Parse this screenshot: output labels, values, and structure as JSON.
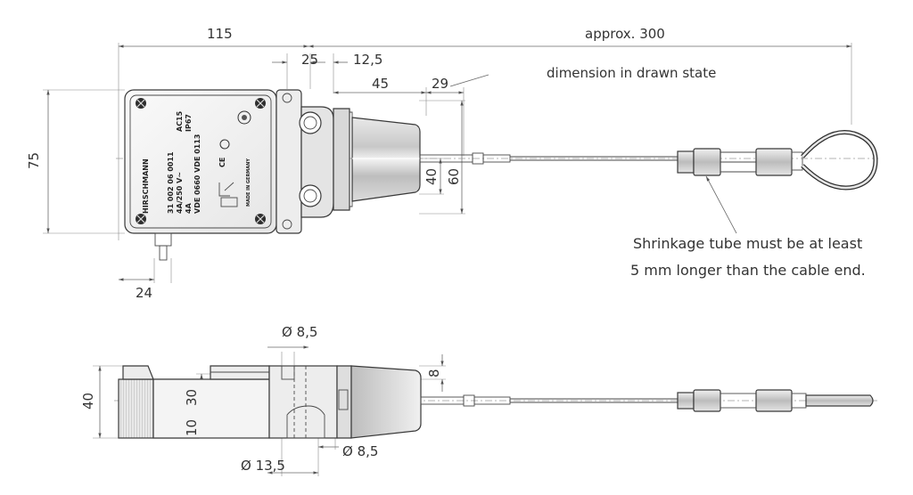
{
  "top_view": {
    "dim_total_width": "115",
    "dim_cable_length": "approx. 300",
    "dim_flange": "25",
    "dim_flange_offset": "12,5",
    "dim_nose": "45",
    "dim_drawn": "29",
    "note_drawn_state": "dimension in drawn state",
    "dim_height": "75",
    "dim_nose_height_small": "40",
    "dim_nose_height_large": "60",
    "dim_cable_gland": "24",
    "note_shrink_line1": "Shrinkage tube must be at least",
    "note_shrink_line2": "5 mm longer than the cable end."
  },
  "device_label": {
    "brand": "HIRSCHMANN",
    "part_no": "31 002 06 0011",
    "rating1": "4A/250 V~",
    "rating2": "4A",
    "standard": "VDE 0660 VDE 0113",
    "ac": "AC15",
    "ip": "IP67",
    "made_in": "MADE IN GERMANY",
    "ce": "CE"
  },
  "side_view": {
    "dim_hole_top": "Ø 8,5",
    "dim_hole_bottom": "Ø 8,5",
    "dim_counterbore": "Ø 13,5",
    "dim_height": "40",
    "dim_inner": "30",
    "dim_lower": "10",
    "dim_top_step": "8"
  }
}
